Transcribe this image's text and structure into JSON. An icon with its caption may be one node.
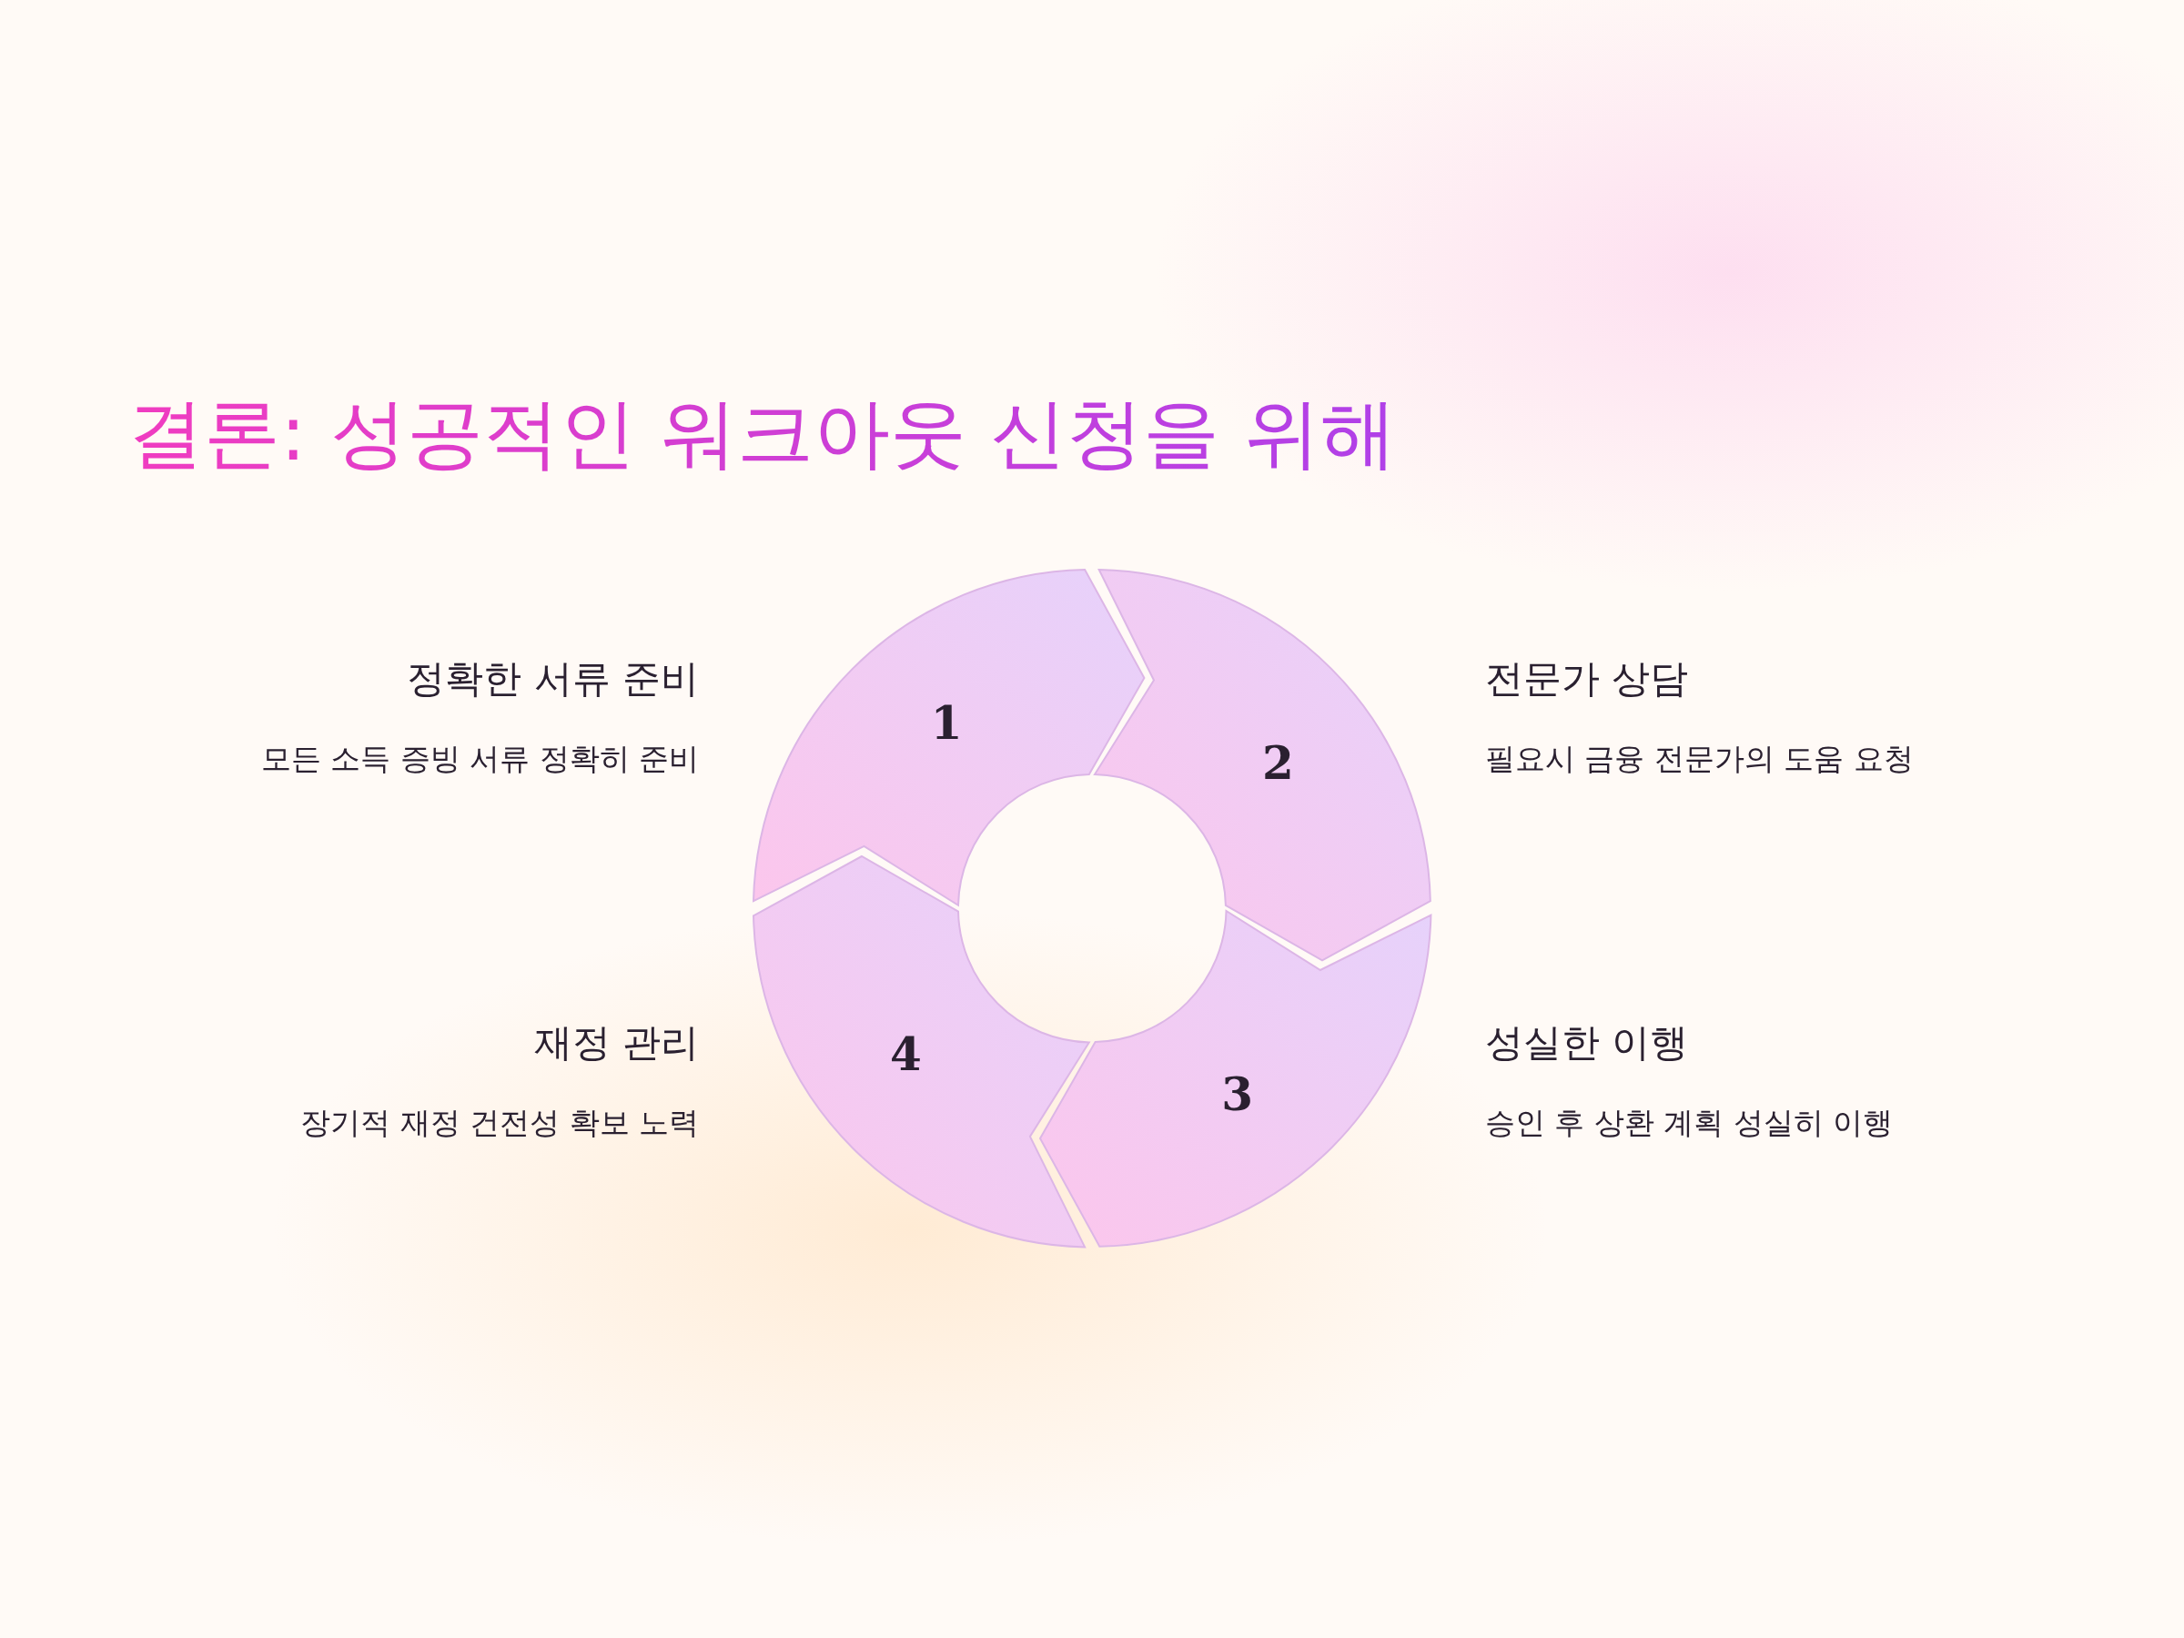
{
  "diagram": {
    "title": "결론: 성공적인 워크아웃 신청을 위해",
    "nodes": [
      {
        "text": [
          "1"
        ],
        "beside": [
          "정확한 서류 준비",
          "모든 소득 증빙 서류 정확히 준비"
        ]
      },
      {
        "text": [
          "2"
        ],
        "beside": [
          "전문가 상담",
          "필요시 금융 전문가의 도움 요청"
        ]
      },
      {
        "text": [
          "3"
        ],
        "beside": [
          "성실한 이행",
          "승인 후 상환 계획 성실히 이행"
        ]
      },
      {
        "text": [
          "4"
        ],
        "beside": [
          "재정 관리",
          "장기적 재정 건전성 확보 노력"
        ]
      }
    ]
  }
}
